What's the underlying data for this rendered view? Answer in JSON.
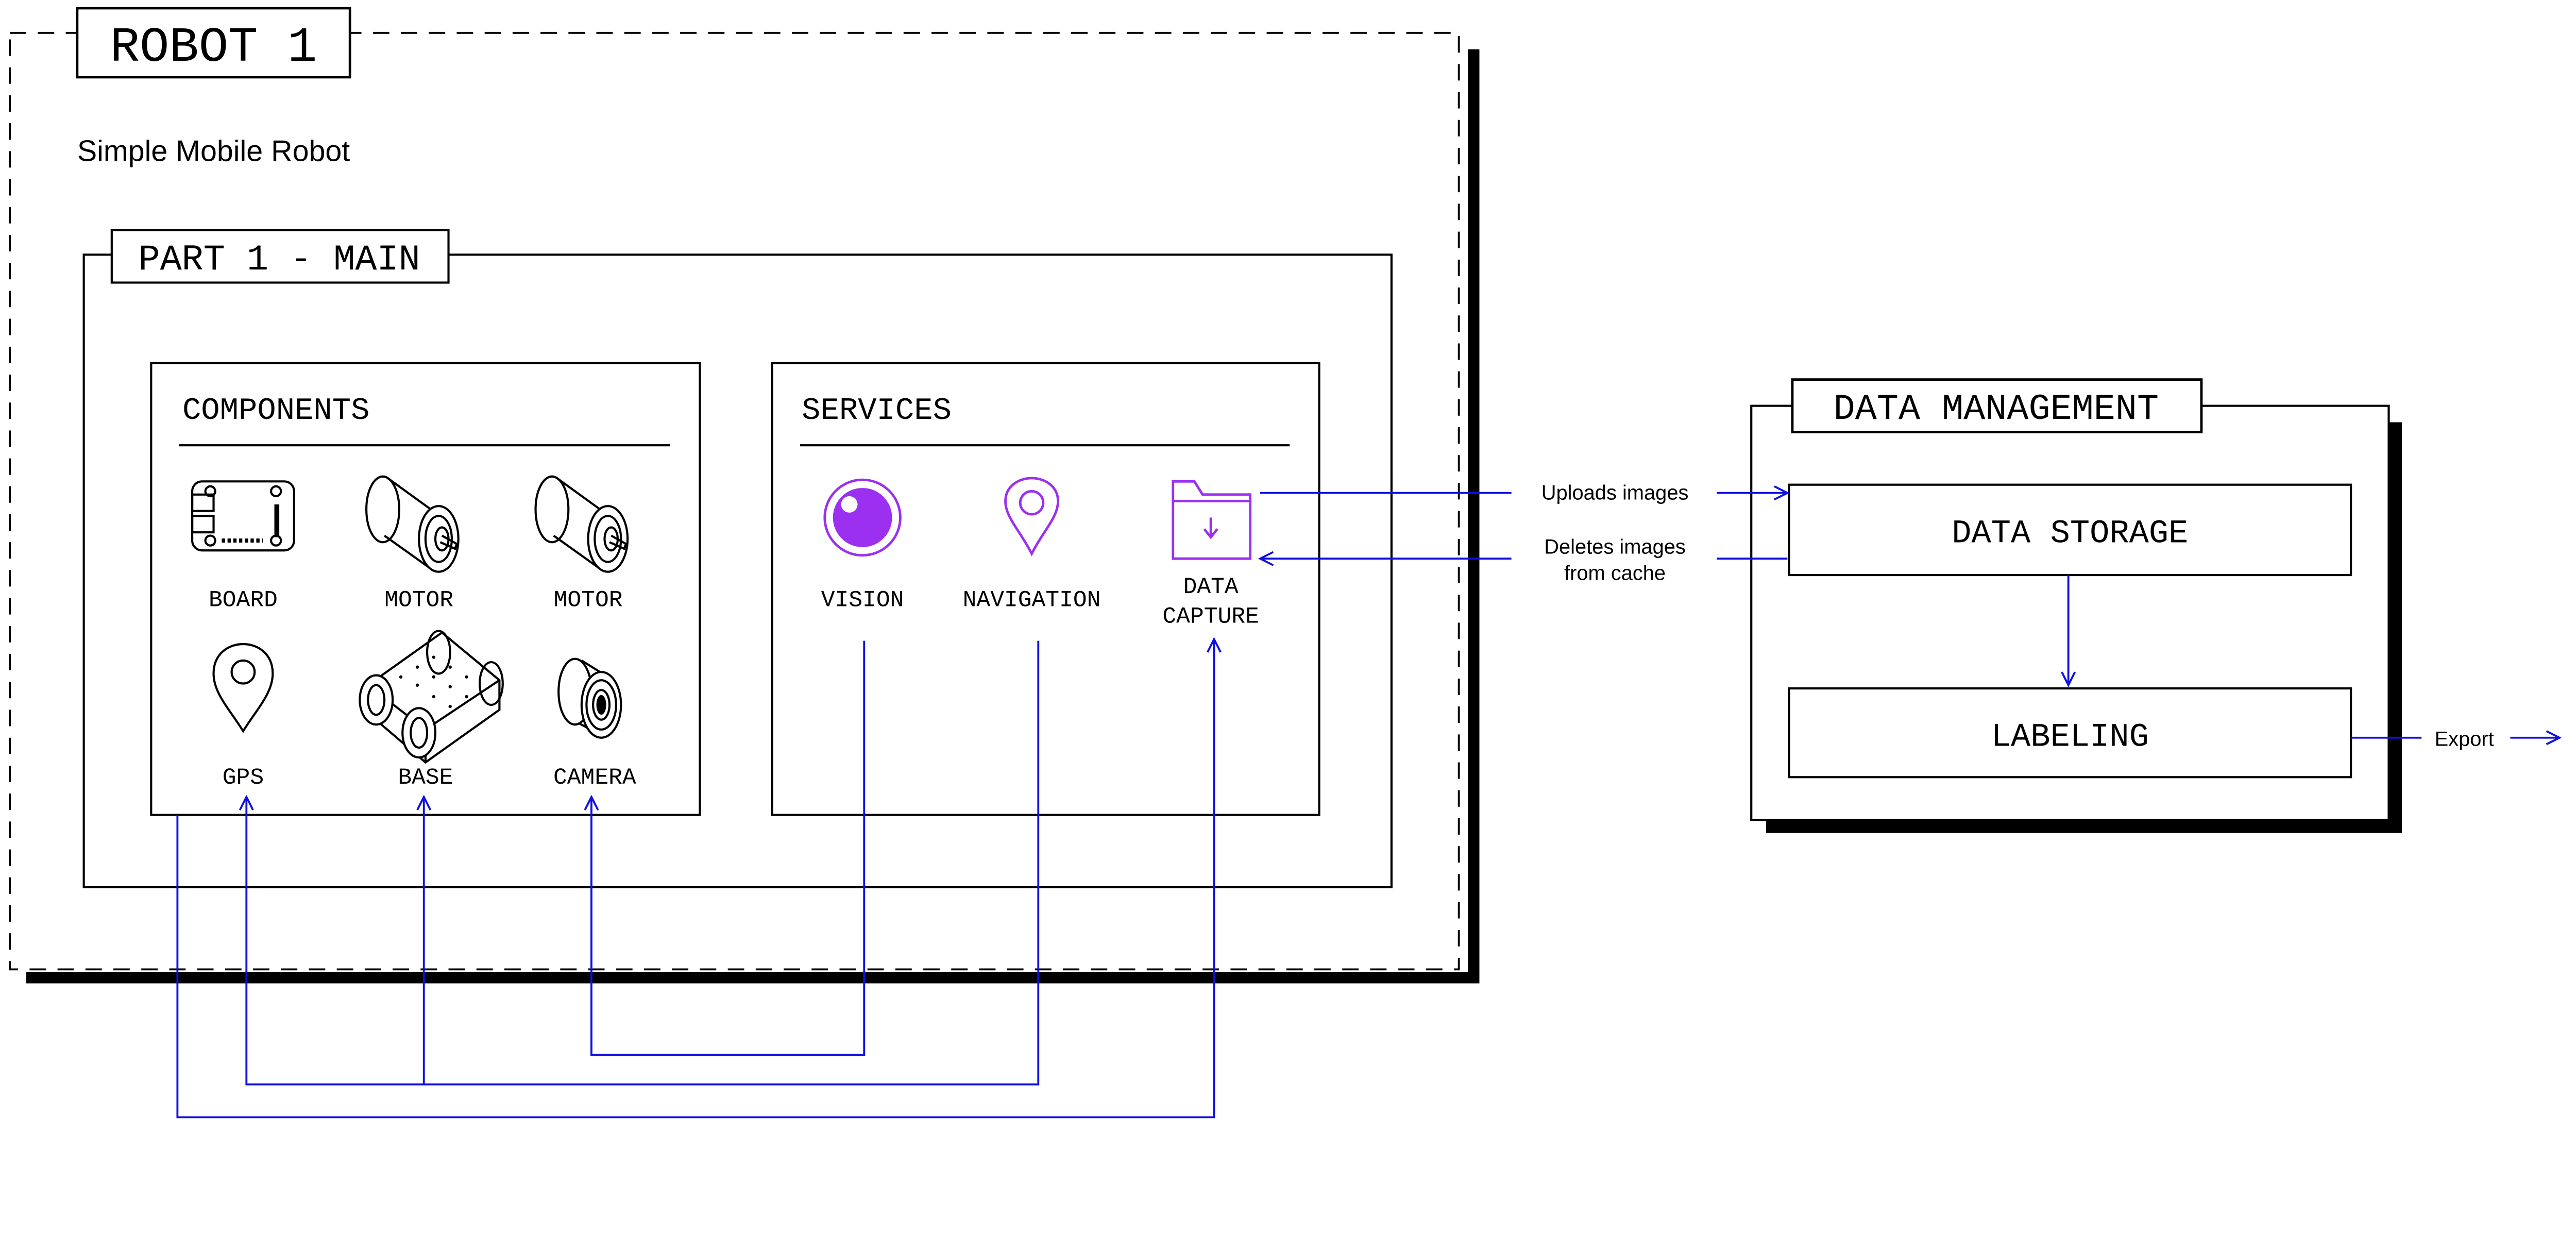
{
  "robot": {
    "title": "ROBOT 1",
    "subtitle": "Simple Mobile Robot",
    "part": {
      "title": "PART 1 - MAIN",
      "components": {
        "title": "COMPONENTS",
        "items": [
          {
            "label": "BOARD",
            "icon": "board-icon"
          },
          {
            "label": "MOTOR",
            "icon": "motor-icon"
          },
          {
            "label": "MOTOR",
            "icon": "motor-icon"
          },
          {
            "label": "GPS",
            "icon": "gps-pin-icon"
          },
          {
            "label": "BASE",
            "icon": "rover-base-icon"
          },
          {
            "label": "CAMERA",
            "icon": "camera-icon"
          }
        ]
      },
      "services": {
        "title": "SERVICES",
        "items": [
          {
            "label": "VISION",
            "icon": "eye-icon"
          },
          {
            "label": "NAVIGATION",
            "icon": "location-pin-icon"
          },
          {
            "label_line1": "DATA",
            "label_line2": "CAPTURE",
            "icon": "folder-download-icon"
          }
        ]
      }
    }
  },
  "data_management": {
    "title": "DATA MANAGEMENT",
    "storage": "DATA STORAGE",
    "labeling": "LABELING"
  },
  "edges": {
    "uploads": "Uploads images",
    "deletes_line1": "Deletes images",
    "deletes_line2": "from cache",
    "export": "Export"
  },
  "colors": {
    "connector": "#1010e0",
    "service_icon": "#9b30f0",
    "border": "#000000"
  }
}
